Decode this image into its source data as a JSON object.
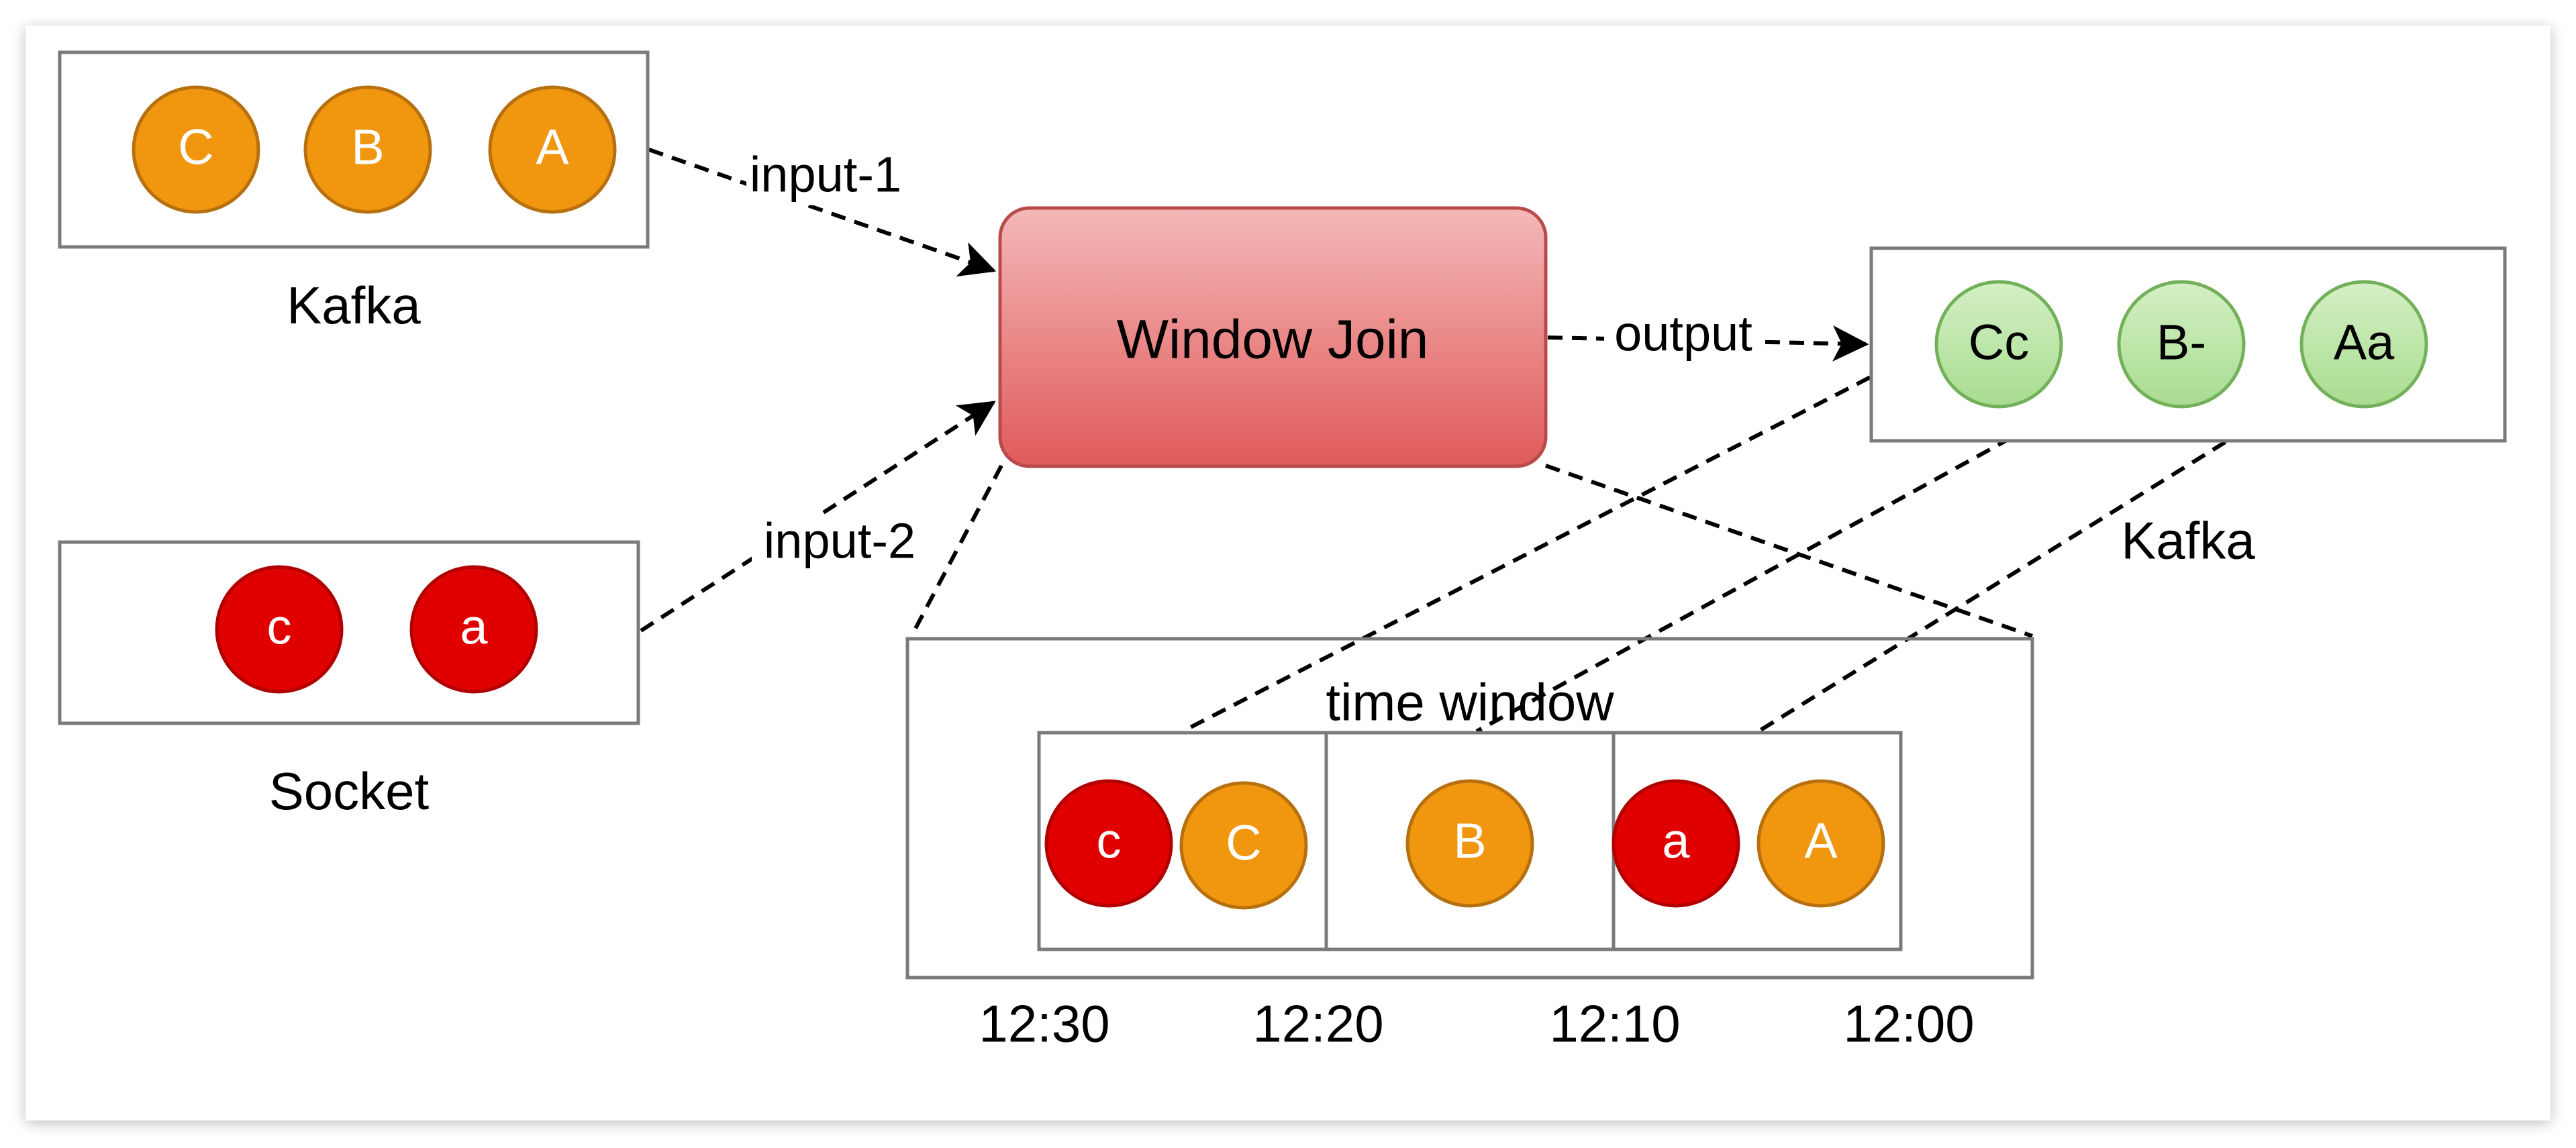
{
  "diagram": {
    "sources": {
      "kafka_input": {
        "label": "Kafka",
        "events": [
          "C",
          "B",
          "A"
        ]
      },
      "socket_input": {
        "label": "Socket",
        "events": [
          "c",
          "a"
        ]
      }
    },
    "operator": {
      "label": "Window Join"
    },
    "edges": {
      "input1": "input-1",
      "input2": "input-2",
      "output": "output"
    },
    "sink": {
      "label": "Kafka",
      "events": [
        "Cc",
        "B-",
        "Aa"
      ]
    },
    "time_window": {
      "label": "time window",
      "slots": [
        {
          "events": [
            "c",
            "C"
          ]
        },
        {
          "events": [
            "B"
          ]
        },
        {
          "events": [
            "a",
            "A"
          ]
        }
      ],
      "times": [
        "12:30",
        "12:20",
        "12:10",
        "12:00"
      ]
    },
    "colors": {
      "upper_event_fill": "#f0960f",
      "upper_event_stroke": "#b7700f",
      "lower_event_fill": "#e00000",
      "lower_event_stroke": "#b00000",
      "joined_event_fill": "#b8e3a3",
      "joined_event_stroke": "#73b05a",
      "operator_top": "#f4b8b8",
      "operator_bottom": "#e05a5a",
      "operator_stroke": "#b84a4a",
      "box_stroke": "#7a7a7a"
    }
  }
}
